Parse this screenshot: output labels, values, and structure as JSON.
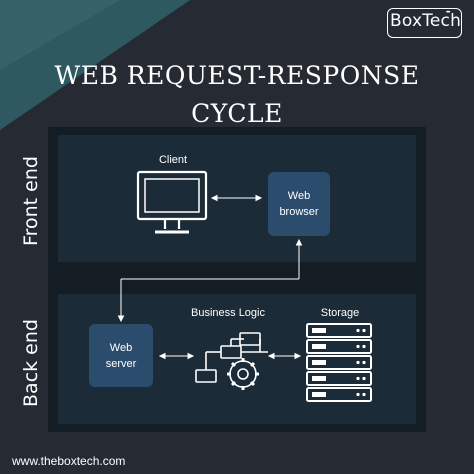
{
  "brand": {
    "logo": "BoxTech",
    "website": "www.theboxtech.com"
  },
  "title": {
    "line1": "WEB REQUEST-RESPONSE",
    "line2": "CYCLE"
  },
  "panels": {
    "front_end": "Front end",
    "back_end": "Back end"
  },
  "nodes": {
    "client": "Client",
    "web_browser": {
      "line1": "Web",
      "line2": "browser"
    },
    "web_server": {
      "line1": "Web",
      "line2": "server"
    },
    "business_logic": "Business Logic",
    "storage": "Storage"
  },
  "colors": {
    "background": "#262b33",
    "accent_teal": "#2f5961",
    "panel": "#1a2a35",
    "node_box": "#2b4c6d",
    "line": "#ffffff"
  }
}
